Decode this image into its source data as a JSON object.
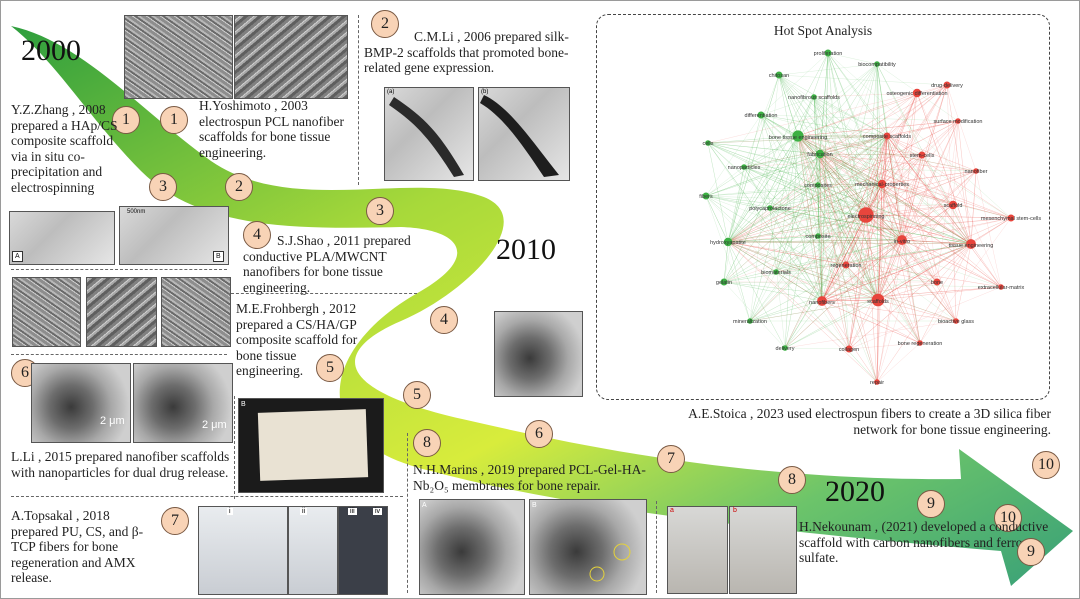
{
  "years": {
    "y2000": "2000",
    "y2010": "2010",
    "y2020": "2020"
  },
  "timeline_markers": [
    "1",
    "2",
    "3",
    "4",
    "5",
    "6",
    "7",
    "8",
    "9",
    "10"
  ],
  "entries": {
    "e1": {
      "marker": "1",
      "text": "H.Yoshimoto , 2003 electrospun PCL nanofiber scaffolds for bone tissue engineering."
    },
    "e2": {
      "marker": "2",
      "text": "C.M.Li , 2006 prepared silk-BMP-2 scaffolds that promoted bone-related gene expression."
    },
    "e3": {
      "marker": "3",
      "text": "Y.Z.Zhang , 2008 prepared a HAp/CS composite scaffold via in situ co-precipitation and electrospinning"
    },
    "e4": {
      "marker": "4",
      "text": "S.J.Shao , 2011 prepared conductive PLA/MWCNT nanofibers for bone tissue engineering."
    },
    "e5": {
      "marker": "5",
      "text": "M.E.Frohbergh , 2012 prepared a CS/HA/GP composite scaffold for bone tissue engineering."
    },
    "e6": {
      "marker": "6",
      "text": "L.Li , 2015 prepared nanofiber scaffolds with nanoparticles for dual drug release."
    },
    "e7": {
      "marker": "7",
      "text": "A.Topsakal , 2018 prepared PU, CS, and β-TCP fibers for bone regeneration and AMX release."
    },
    "e8": {
      "marker": "8",
      "text": "N.H.Marins , 2019 prepared PCL-Gel-HA-Nb₂O₅ membranes for bone repair."
    },
    "e9": {
      "marker": "9",
      "text": "H.Nekounam , (2021) developed a conductive scaffold with carbon nanofibers and ferrous sulfate."
    },
    "e10": {
      "marker": "10",
      "text": "A.E.Stoica , 2023 used electrospun fibers to create a 3D silica fiber network for bone tissue engineering."
    }
  },
  "image_labels": {
    "tem_a": "(a)",
    "tem_b": "(b)",
    "scale_500nm": "500nm",
    "panel_A": "A",
    "panel_B": "B",
    "um1": "2 μm",
    "um2": "2 μm",
    "frohbergh_B": "B",
    "topsakal_i": "i",
    "topsakal_ii": "ii",
    "topsakal_iii": "iii",
    "topsakal_iv": "iv",
    "marins_A": "A",
    "marins_B": "B",
    "nek_a": "a",
    "nek_b": "b"
  },
  "hotspot": {
    "title": "Hot Spot Analysis",
    "colors": {
      "green": "#3cb043",
      "red": "#e8453c"
    },
    "nodes": [
      {
        "label": "proliferation",
        "cluster": "green"
      },
      {
        "label": "biocompatibility",
        "cluster": "green"
      },
      {
        "label": "chitosan",
        "cluster": "green"
      },
      {
        "label": "drug-delivery",
        "cluster": "red"
      },
      {
        "label": "osteogenic differentiation",
        "cluster": "red"
      },
      {
        "label": "nanofibrous scaffolds",
        "cluster": "green"
      },
      {
        "label": "differentiation",
        "cluster": "green"
      },
      {
        "label": "surface modification",
        "cluster": "red"
      },
      {
        "label": "bone tissue engineering",
        "cluster": "green"
      },
      {
        "label": "composite scaffolds",
        "cluster": "red"
      },
      {
        "label": "cells",
        "cluster": "green"
      },
      {
        "label": "fabrication",
        "cluster": "green"
      },
      {
        "label": "stem-cells",
        "cluster": "red"
      },
      {
        "label": "nanoparticles",
        "cluster": "green"
      },
      {
        "label": "nanofiber",
        "cluster": "red"
      },
      {
        "label": "mechanical-properties",
        "cluster": "red"
      },
      {
        "label": "composites",
        "cluster": "green"
      },
      {
        "label": "fibers",
        "cluster": "green"
      },
      {
        "label": "scaffold",
        "cluster": "red"
      },
      {
        "label": "polycaprolactone",
        "cluster": "green"
      },
      {
        "label": "electrospinning",
        "cluster": "red"
      },
      {
        "label": "mesenchymal stem-cells",
        "cluster": "red"
      },
      {
        "label": "composite",
        "cluster": "green"
      },
      {
        "label": "hydroxyapatite",
        "cluster": "green"
      },
      {
        "label": "in-vitro",
        "cluster": "red"
      },
      {
        "label": "tissue engineering",
        "cluster": "red"
      },
      {
        "label": "regeneration",
        "cluster": "red"
      },
      {
        "label": "biomaterials",
        "cluster": "green"
      },
      {
        "label": "bone",
        "cluster": "red"
      },
      {
        "label": "gelatin",
        "cluster": "green"
      },
      {
        "label": "extracellular-matrix",
        "cluster": "red"
      },
      {
        "label": "nanofibers",
        "cluster": "red"
      },
      {
        "label": "scaffolds",
        "cluster": "red"
      },
      {
        "label": "mineralization",
        "cluster": "green"
      },
      {
        "label": "bioactive glass",
        "cluster": "red"
      },
      {
        "label": "delivery",
        "cluster": "green"
      },
      {
        "label": "collagen",
        "cluster": "red"
      },
      {
        "label": "bone regeneration",
        "cluster": "red"
      },
      {
        "label": "repair",
        "cluster": "red"
      }
    ]
  }
}
